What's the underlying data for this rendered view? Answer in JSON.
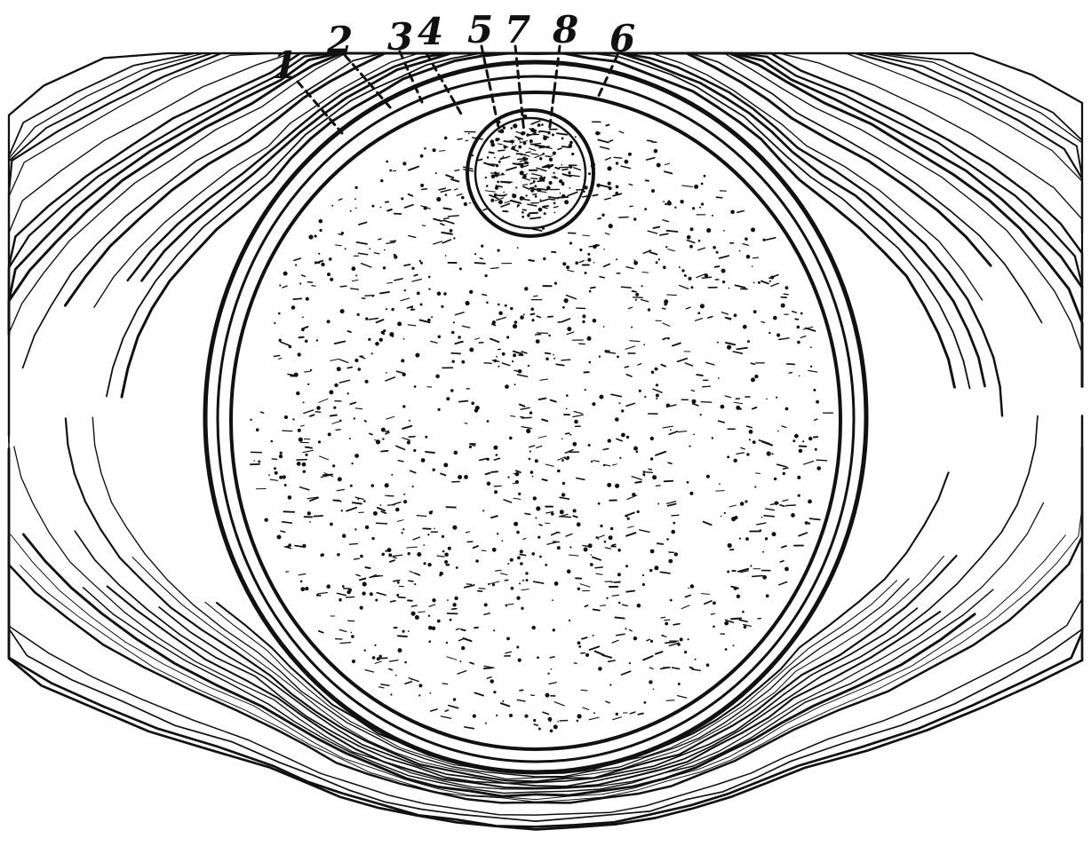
{
  "diagram": {
    "colors": {
      "ink": "#111111",
      "paper": "#ffffff"
    },
    "labels": [
      {
        "id": "label-1",
        "text": "1"
      },
      {
        "id": "label-2",
        "text": "2"
      },
      {
        "id": "label-3",
        "text": "3"
      },
      {
        "id": "label-4",
        "text": "4"
      },
      {
        "id": "label-5",
        "text": "5"
      },
      {
        "id": "label-7",
        "text": "7"
      },
      {
        "id": "label-8",
        "text": "8"
      },
      {
        "id": "label-6",
        "text": "6"
      }
    ]
  }
}
